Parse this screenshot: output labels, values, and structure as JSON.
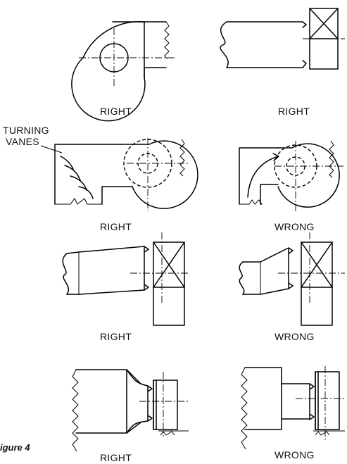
{
  "figure_caption": "igure 4",
  "callout": {
    "line1": "TURNING",
    "line2": "VANES"
  },
  "panels": [
    {
      "id": "a",
      "label": "RIGHT"
    },
    {
      "id": "b",
      "label": "RIGHT"
    },
    {
      "id": "c",
      "label": "RIGHT"
    },
    {
      "id": "d",
      "label": "WRONG"
    },
    {
      "id": "e",
      "label": "RIGHT"
    },
    {
      "id": "f",
      "label": "WRONG"
    },
    {
      "id": "g",
      "label": "RIGHT"
    },
    {
      "id": "h",
      "label": "WRONG"
    }
  ]
}
